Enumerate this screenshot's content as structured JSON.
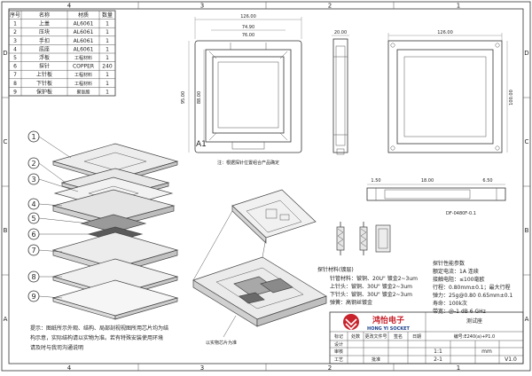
{
  "frame": {
    "col_labels": [
      "4",
      "3",
      "2",
      "1"
    ],
    "row_labels": [
      "D",
      "C",
      "B",
      "A"
    ]
  },
  "bom": {
    "headers": [
      "序号",
      "名称",
      "材质",
      "数量"
    ],
    "rows": [
      [
        "1",
        "上盖",
        "AL6061",
        "1"
      ],
      [
        "2",
        "压块",
        "AL6061",
        "1"
      ],
      [
        "3",
        "手扣",
        "AL6061",
        "1"
      ],
      [
        "4",
        "底座",
        "AL6061",
        "1"
      ],
      [
        "5",
        "浮板",
        "工程材料",
        "1"
      ],
      [
        "6",
        "探针",
        "COPPER",
        "240"
      ],
      [
        "7",
        "上针板",
        "工程材料",
        "1"
      ],
      [
        "8",
        "下针板",
        "工程材料",
        "1"
      ],
      [
        "9",
        "保护板",
        "聚氨酯",
        "1"
      ]
    ]
  },
  "top_view": {
    "dims": [
      "126.00",
      "74.90",
      "76.00",
      "95.00",
      "88.00"
    ],
    "label_a1": "A1",
    "note": "注：根据探针位置组合产品确定"
  },
  "right_views": {
    "dims": [
      "20.00",
      "126.00",
      "100.00"
    ]
  },
  "section_view": {
    "dims": [
      "1.50",
      "18.00",
      "6.50"
    ],
    "part_number": "DF-0480F-0.1"
  },
  "exploded": {
    "balloons": [
      "1",
      "2",
      "3",
      "4",
      "5",
      "6",
      "7",
      "8",
      "9"
    ]
  },
  "iso_view_note": "以实物芯片为准",
  "material_block": {
    "title": "探针材料(镀层)",
    "lines": [
      "针管材料：铍铜、20U\" 镀金2~3um",
      "上针头：铍铜、30U\" 镀金2~3um",
      "下针头：铍铜、30U\" 镀金2~3um",
      "弹簧：高钢丝镀金"
    ]
  },
  "spec_block": {
    "title": "探针性能参数",
    "lines": [
      "额定电流：1A 连续",
      "接触电阻：≤100毫欧",
      "行程：0.80mm±0.1；最大行程",
      "弹力：25g@0.80 0.65mm±0.1",
      "寿命：100k次",
      "带宽：@-1 dB 6 GHz"
    ]
  },
  "footer_note": {
    "lines": [
      "提示：图纸所示外观、结构、局部剖视视图所用芯片均为结",
      "构示意，实际结构请以实物为准。若有特殊安装使用环境",
      "请及时与我司沟通说明"
    ]
  },
  "title_block": {
    "company_cn": "鸿怡电子",
    "company_en": "HONG YI SOCKET",
    "drawing_name": "测试座",
    "part_code": "编号:E240(a)+P1.0",
    "cells": [
      "标记",
      "处数",
      "更改文件号",
      "签名",
      "日期"
    ],
    "cells2": [
      "设计",
      "审核",
      "工艺",
      "批准"
    ],
    "scale": "1:1",
    "unit": "mm",
    "sheet": "2-1",
    "version": "V1.0"
  }
}
